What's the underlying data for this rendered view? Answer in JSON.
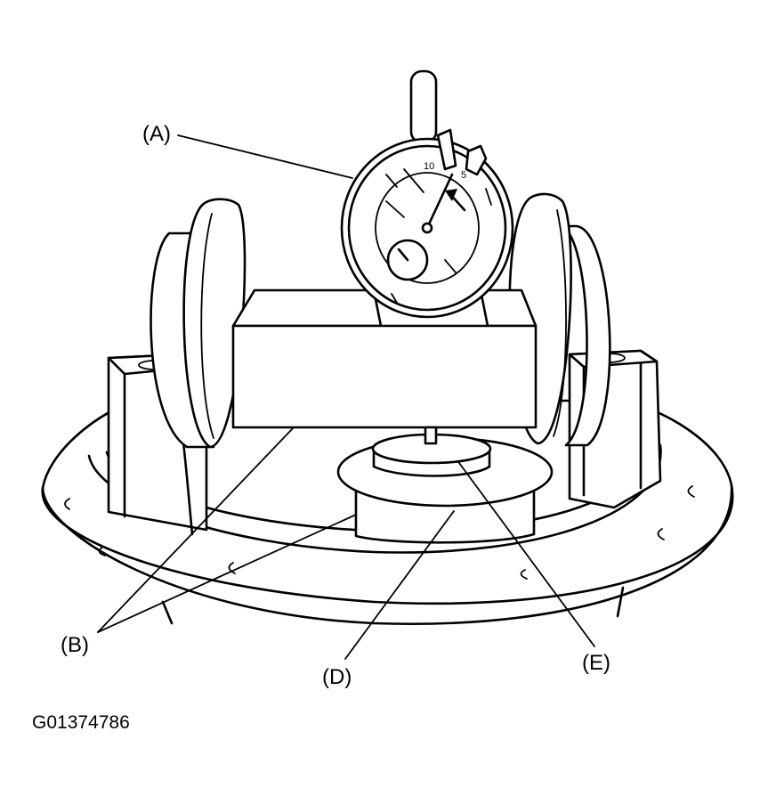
{
  "figure": {
    "labels": {
      "a": "(A)",
      "b": "(B)",
      "d": "(D)",
      "e": "(E)"
    },
    "dial_marks": {
      "top": "10",
      "right": "5"
    },
    "code": "G01374786"
  }
}
